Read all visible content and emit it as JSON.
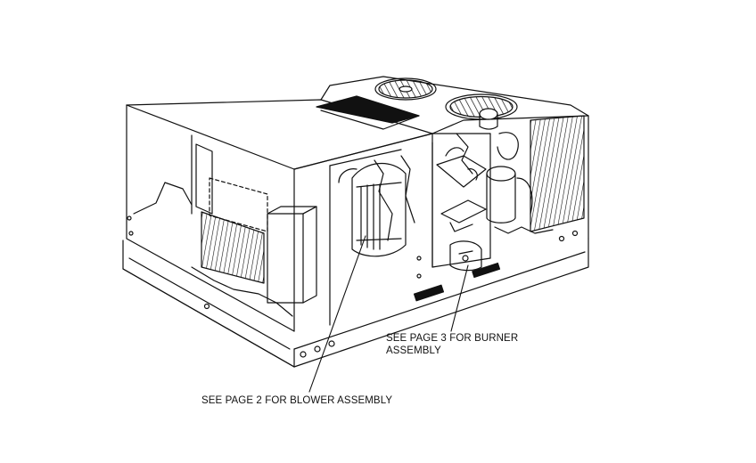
{
  "diagram": {
    "subject": "packaged-rooftop-unit",
    "ink_color": "#111111",
    "background_color": "#ffffff",
    "callouts": {
      "burner": {
        "lines": [
          "SEE PAGE 3 FOR BURNER",
          "ASSEMBLY"
        ]
      },
      "blower": {
        "text": "SEE PAGE 2 FOR BLOWER ASSEMBLY"
      }
    }
  }
}
